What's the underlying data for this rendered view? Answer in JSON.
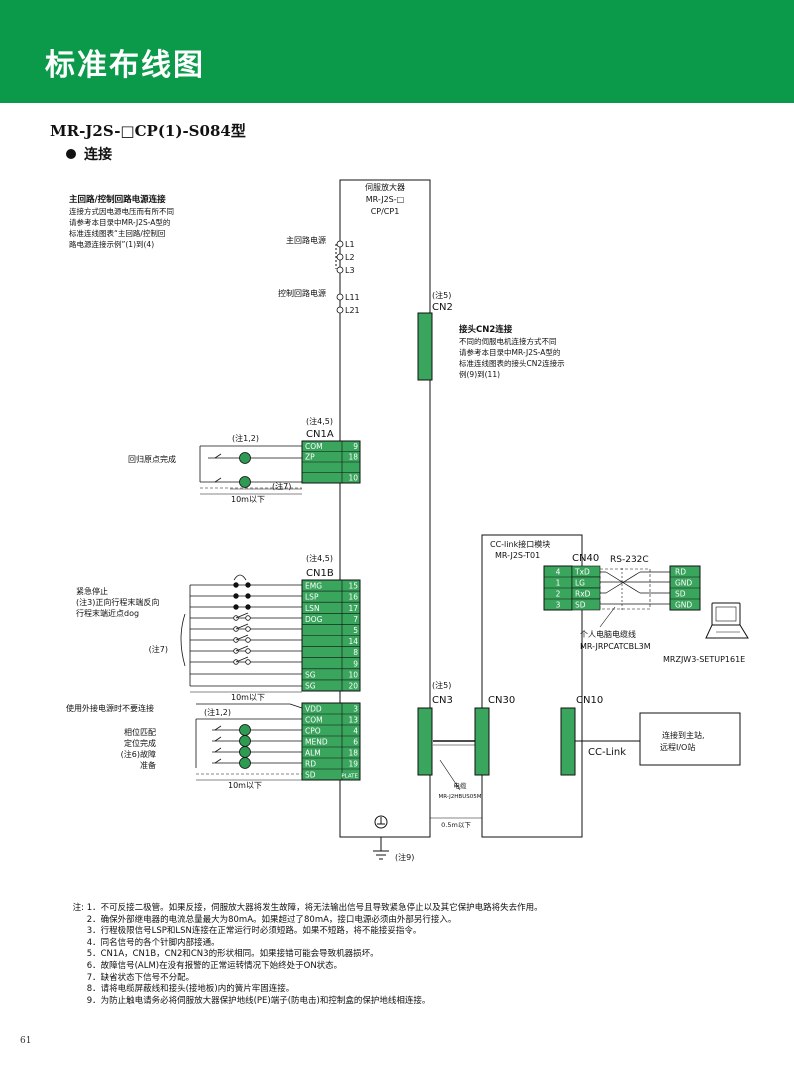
{
  "header": {
    "title": "标准布线图"
  },
  "model_title": "MR-J2S-□CP(1)-S084型",
  "section_title": "连接",
  "amp": {
    "line1": "伺服放大器",
    "line2": "MR-J2S-□",
    "line3": "CP/CP1"
  },
  "main_power_block": {
    "title": "主回路/控制回路电源连接",
    "lines": [
      "连接方式因电源电压而有所不同",
      "请参考本目录中MR-J2S-A型的",
      "标准连线图表“主回路/控制回",
      "路电源连接示例”(1)到(4)"
    ]
  },
  "power": {
    "main_label": "主回路电源",
    "main_terminals": [
      "L1",
      "L2",
      "L3"
    ],
    "control_label": "控制回路电源",
    "control_terminals": [
      "L11",
      "L21"
    ]
  },
  "cn2": {
    "note": "(注5)",
    "label": "CN2",
    "title": "接头CN2连接",
    "lines": [
      "不同的伺服电机连接方式不同",
      "请参考本目录中MR-J2S-A型的",
      "标准连线图表的接头CN2连接示",
      "例(9)到(11)"
    ]
  },
  "cn1a": {
    "note": "(注4,5)",
    "label": "CN1A",
    "rows": [
      {
        "sig": "COM",
        "pin": "9"
      },
      {
        "sig": "ZP",
        "pin": "18"
      },
      {
        "sig": "",
        "pin": ""
      },
      {
        "sig": "",
        "pin": "10"
      }
    ],
    "note12": "(注1,2)",
    "left_label": "回归原点完成",
    "note7": "(注7)",
    "dist": "10m以下"
  },
  "cn1b": {
    "note": "(注4,5)",
    "label": "CN1B",
    "rows": [
      {
        "sig": "EMG",
        "pin": "15"
      },
      {
        "sig": "LSP",
        "pin": "16"
      },
      {
        "sig": "LSN",
        "pin": "17"
      },
      {
        "sig": "DOG",
        "pin": "7"
      },
      {
        "sig": "",
        "pin": "5"
      },
      {
        "sig": "",
        "pin": "14"
      },
      {
        "sig": "",
        "pin": "8"
      },
      {
        "sig": "",
        "pin": "9"
      },
      {
        "sig": "SG",
        "pin": "10"
      },
      {
        "sig": "SG",
        "pin": "20"
      }
    ],
    "left_labels": [
      "紧急停止",
      "(注3)正向行程末端反向",
      "行程末端近点dog"
    ],
    "note7": "(注7)",
    "dist": "10m以下"
  },
  "cn1b_out": {
    "ext_power": "使用外接电源时不要连接",
    "note12": "(注1,2)",
    "rows": [
      {
        "sig": "VDD",
        "pin": "3"
      },
      {
        "sig": "COM",
        "pin": "13"
      },
      {
        "sig": "CPO",
        "pin": "4"
      },
      {
        "sig": "MEND",
        "pin": "6"
      },
      {
        "sig": "ALM",
        "pin": "18"
      },
      {
        "sig": "RD",
        "pin": "19"
      },
      {
        "sig": "SD",
        "pin": "PLATE"
      }
    ],
    "left_labels": [
      "相位匹配",
      "定位完成",
      "(注6)故障",
      "准备"
    ],
    "dist": "10m以下"
  },
  "cn3": {
    "note": "(注5)",
    "label": "CN3",
    "cable_label": "电缆",
    "cable_model": "MR-J2HBUS05M",
    "dist": "0.5m以下"
  },
  "module": {
    "line1": "CC-link接口模块",
    "line2": "MR-J2S-T01"
  },
  "cn40": {
    "label": "CN40",
    "rs232": "RS-232C",
    "rows": [
      {
        "pin": "4",
        "sig": "TxD",
        "pc": "RD"
      },
      {
        "pin": "1",
        "sig": "LG",
        "pc": "GND"
      },
      {
        "pin": "2",
        "sig": "RxD",
        "pc": "SD"
      },
      {
        "pin": "3",
        "sig": "SD",
        "pc": "GND"
      }
    ],
    "cable_label": "个人电脑电缆线",
    "cable_model": "MR-JRPCATCBL3M",
    "software": "MRZJW3-SETUP161E"
  },
  "cn30": {
    "label": "CN30"
  },
  "cn10": {
    "label": "CN10",
    "cclink": "CC-Link",
    "station_line1": "连接到主站,",
    "station_line2": "远程I/O站"
  },
  "ground": {
    "note": "(注9)"
  },
  "notes": {
    "prefix": "注:",
    "items": [
      "1．不可反接二极管。如果反接，伺服放大器将发生故障，将无法输出信号且导致紧急停止以及其它保护电路将失去作用。",
      "2．确保外部继电器的电流总量最大为80mA。如果超过了80mA，接口电源必须由外部另行接入。",
      "3．行程极限信号LSP和LSN连接在正常运行时必须短路。如果不短路，将不能接妥指令。",
      "4．同名信号的各个针脚内部接通。",
      "5．CN1A，CN1B，CN2和CN3的形状相同。如果接错可能会导致机器损坏。",
      "6．故障信号(ALM)在没有报警的正常运转情况下始终处于ON状态。",
      "7．缺省状态下信号不分配。",
      "8．请将电缆屏蔽线和接头(接地板)内的簧片牢固连接。",
      "9．为防止触电请务必将伺服放大器保护地线(PE)端子(防电击)和控制盒的保护地线相连接。"
    ]
  },
  "page_number": "61",
  "colors": {
    "banner": "#0a9a49",
    "connector": "#3aa55d",
    "led": "#2e9a52"
  }
}
